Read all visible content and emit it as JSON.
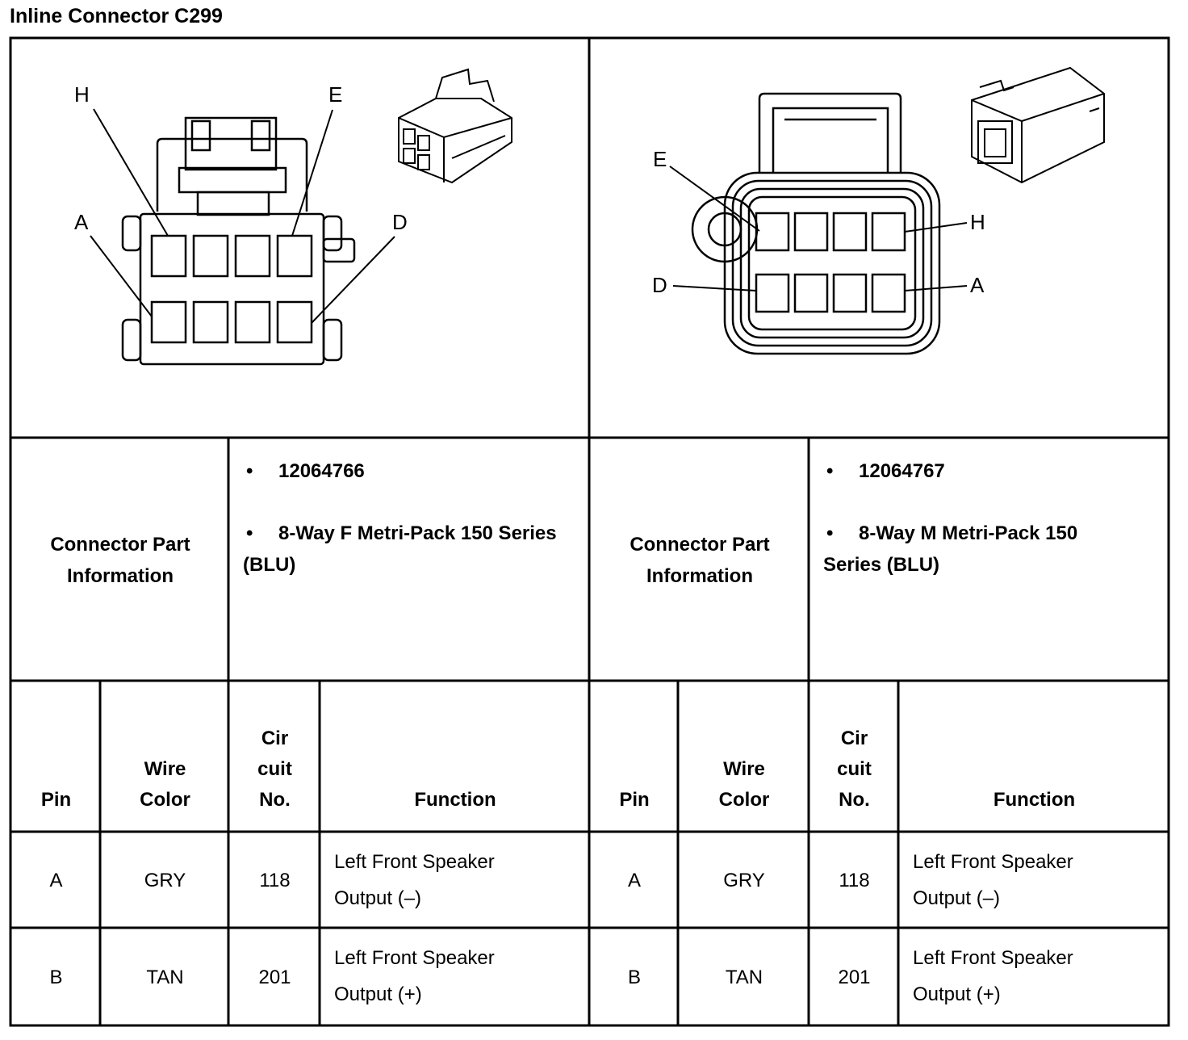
{
  "title": "Inline Connector C299",
  "left_view": {
    "pin_labels": {
      "h": "H",
      "e": "E",
      "a": "A",
      "d": "D"
    }
  },
  "right_view": {
    "pin_labels": {
      "e": "E",
      "h": "H",
      "d": "D",
      "a": "A"
    }
  },
  "left_info": {
    "label": "Connector Part Information",
    "part_number": "12064766",
    "description": "8-Way F Metri-Pack 150 Series (BLU)"
  },
  "right_info": {
    "label": "Connector Part Information",
    "part_number": "12064767",
    "description": "8-Way M Metri-Pack 150 Series (BLU)"
  },
  "bullet": "•",
  "columns": {
    "pin": "Pin",
    "wire_color": "Wire Color",
    "circuit_no": "Cir cuit No.",
    "function": "Function"
  },
  "rows": [
    {
      "pin": "A",
      "wire_color": "GRY",
      "circuit": "118",
      "function": "Left Front Speaker Output (–)"
    },
    {
      "pin": "B",
      "wire_color": "TAN",
      "circuit": "201",
      "function": "Left Front Speaker Output (+)"
    }
  ]
}
